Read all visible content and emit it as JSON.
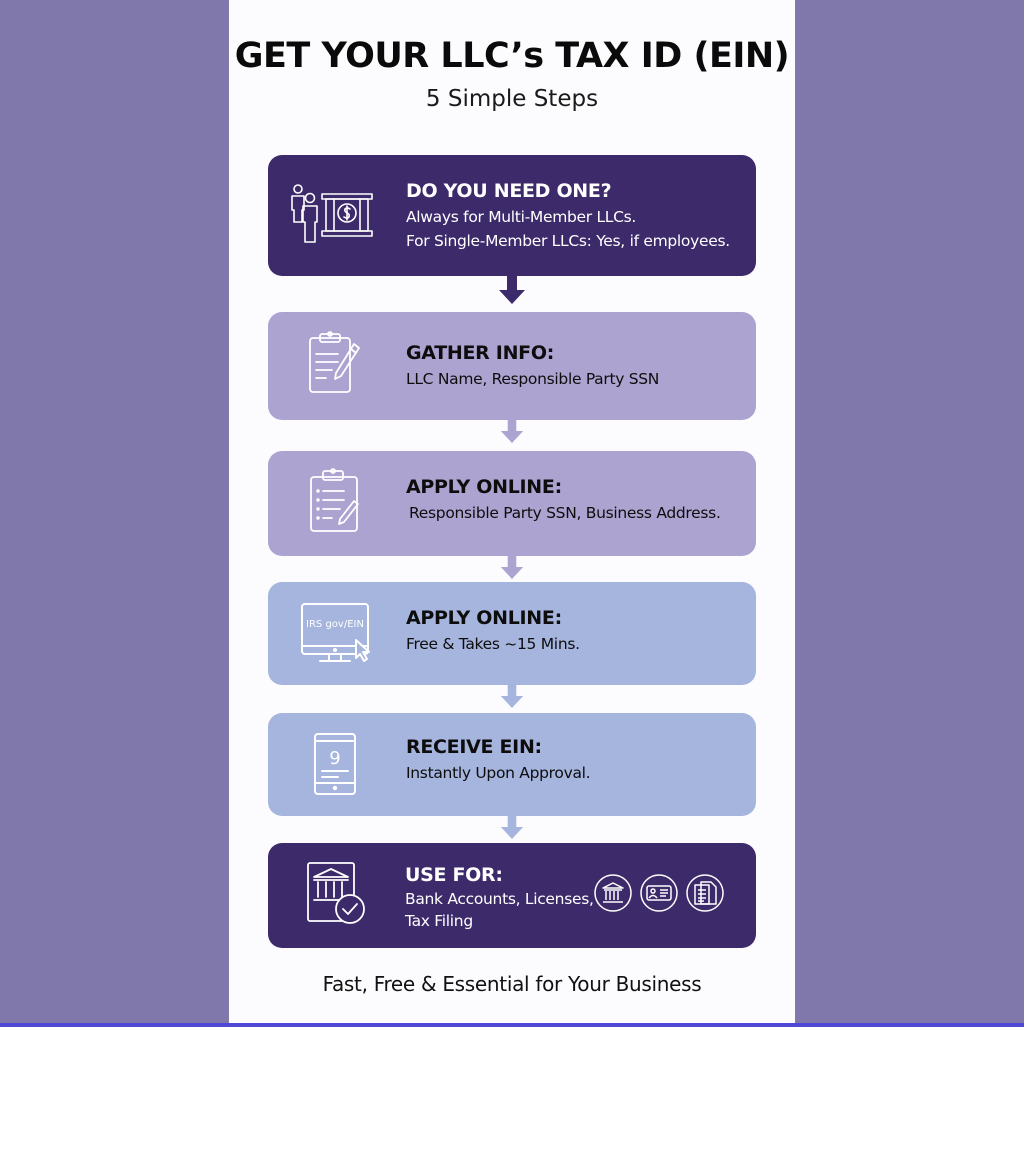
{
  "header": {
    "title": "GET YOUR LLC’s TAX ID (EIN)",
    "subtitle": "5 Simple Steps"
  },
  "steps": [
    {
      "heading": "DO YOU NEED ONE?",
      "lines": [
        "Always for Multi-Member LLCs.",
        "For Single-Member LLCs: Yes, if employees."
      ],
      "icon": "people-and-money-vault-icon",
      "color": "#3d2a6b"
    },
    {
      "heading": "GATHER INFO:",
      "lines": [
        "LLC Name, Responsible Party SSN"
      ],
      "icon": "clipboard-pencil-icon",
      "color": "#ada3d1"
    },
    {
      "heading": "APPLY ONLINE:",
      "lines": [
        "Responsible Party SSN, Business Address."
      ],
      "icon": "checklist-clipboard-icon",
      "color": "#ada3d1"
    },
    {
      "heading": "APPLY ONLINE:",
      "lines": [
        "Free & Takes ~15 Mins."
      ],
      "icon": "computer-monitor-icon",
      "icon_text": "IRS gov/EIN",
      "color": "#a6b5de"
    },
    {
      "heading": "RECEIVE EIN:",
      "lines": [
        "Instantly Upon Approval."
      ],
      "icon": "tablet-icon",
      "icon_text": "9",
      "color": "#a6b5de"
    },
    {
      "heading": "USE FOR:",
      "lines": [
        "Bank Accounts, Licenses,",
        "Tax Filing"
      ],
      "icon": "bank-check-icon",
      "extra_icons": [
        "bank-circle-icon",
        "id-card-circle-icon",
        "documents-circle-icon"
      ],
      "color": "#3d2a6b"
    }
  ],
  "footer": {
    "tagline": "Fast, Free & Essential for Your Business"
  },
  "colors": {
    "backdrop": "#8078ab",
    "dark_purple": "#3d2a6b",
    "lilac": "#ada3d1",
    "periwinkle": "#a6b5de",
    "bottom_rule": "#4f47d6"
  }
}
